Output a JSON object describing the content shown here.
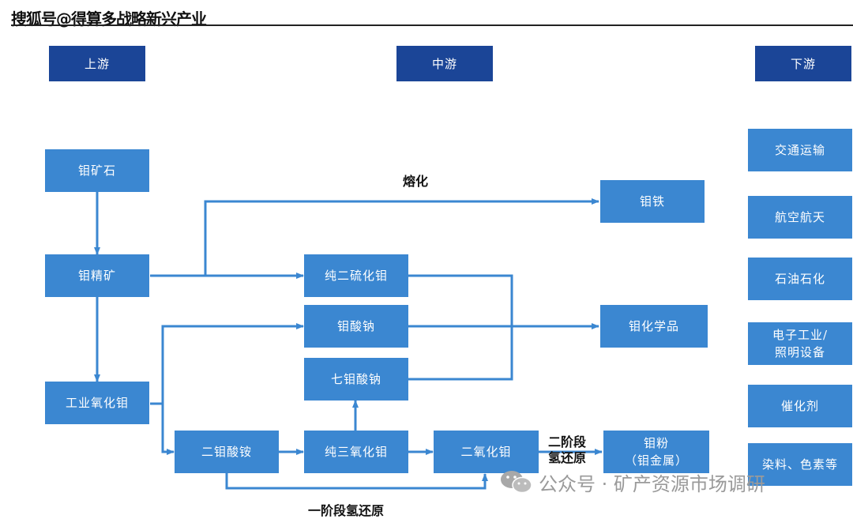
{
  "header": {
    "text": "搜狐号@得算多战略新兴产业"
  },
  "columns": {
    "upstream": "上游",
    "midstream": "中游",
    "downstream": "下游"
  },
  "nodes": {
    "ore": "钼矿石",
    "concentrate": "钼精矿",
    "tech_oxide": "工业氧化钼",
    "ferro": "钼铁",
    "mos2": "纯二硫化钼",
    "sodium_molybdate": "钼酸钠",
    "sodium_hepta": "七钼酸钠",
    "chemicals": "钼化学品",
    "ammonium": "二钼酸铵",
    "moo3": "纯三氧化钼",
    "moo2": "二氧化钼",
    "powder": "钼粉\n（钼金属）"
  },
  "downstream": {
    "transport": "交通运输",
    "aerospace": "航空航天",
    "petro": "石油石化",
    "electronics": "电子工业/\n照明设备",
    "catalyst": "催化剂",
    "dyes": "染料、色素等"
  },
  "labels": {
    "smelting": "熔化",
    "stage2": "二阶段\n氢还原",
    "stage1": "一阶段氢还原"
  },
  "watermark": {
    "text": "公众号 · 矿产资源市场调研"
  },
  "colors": {
    "header_box": "#1b4597",
    "node_box": "#3b87d1",
    "arrow": "#3b87d1"
  }
}
